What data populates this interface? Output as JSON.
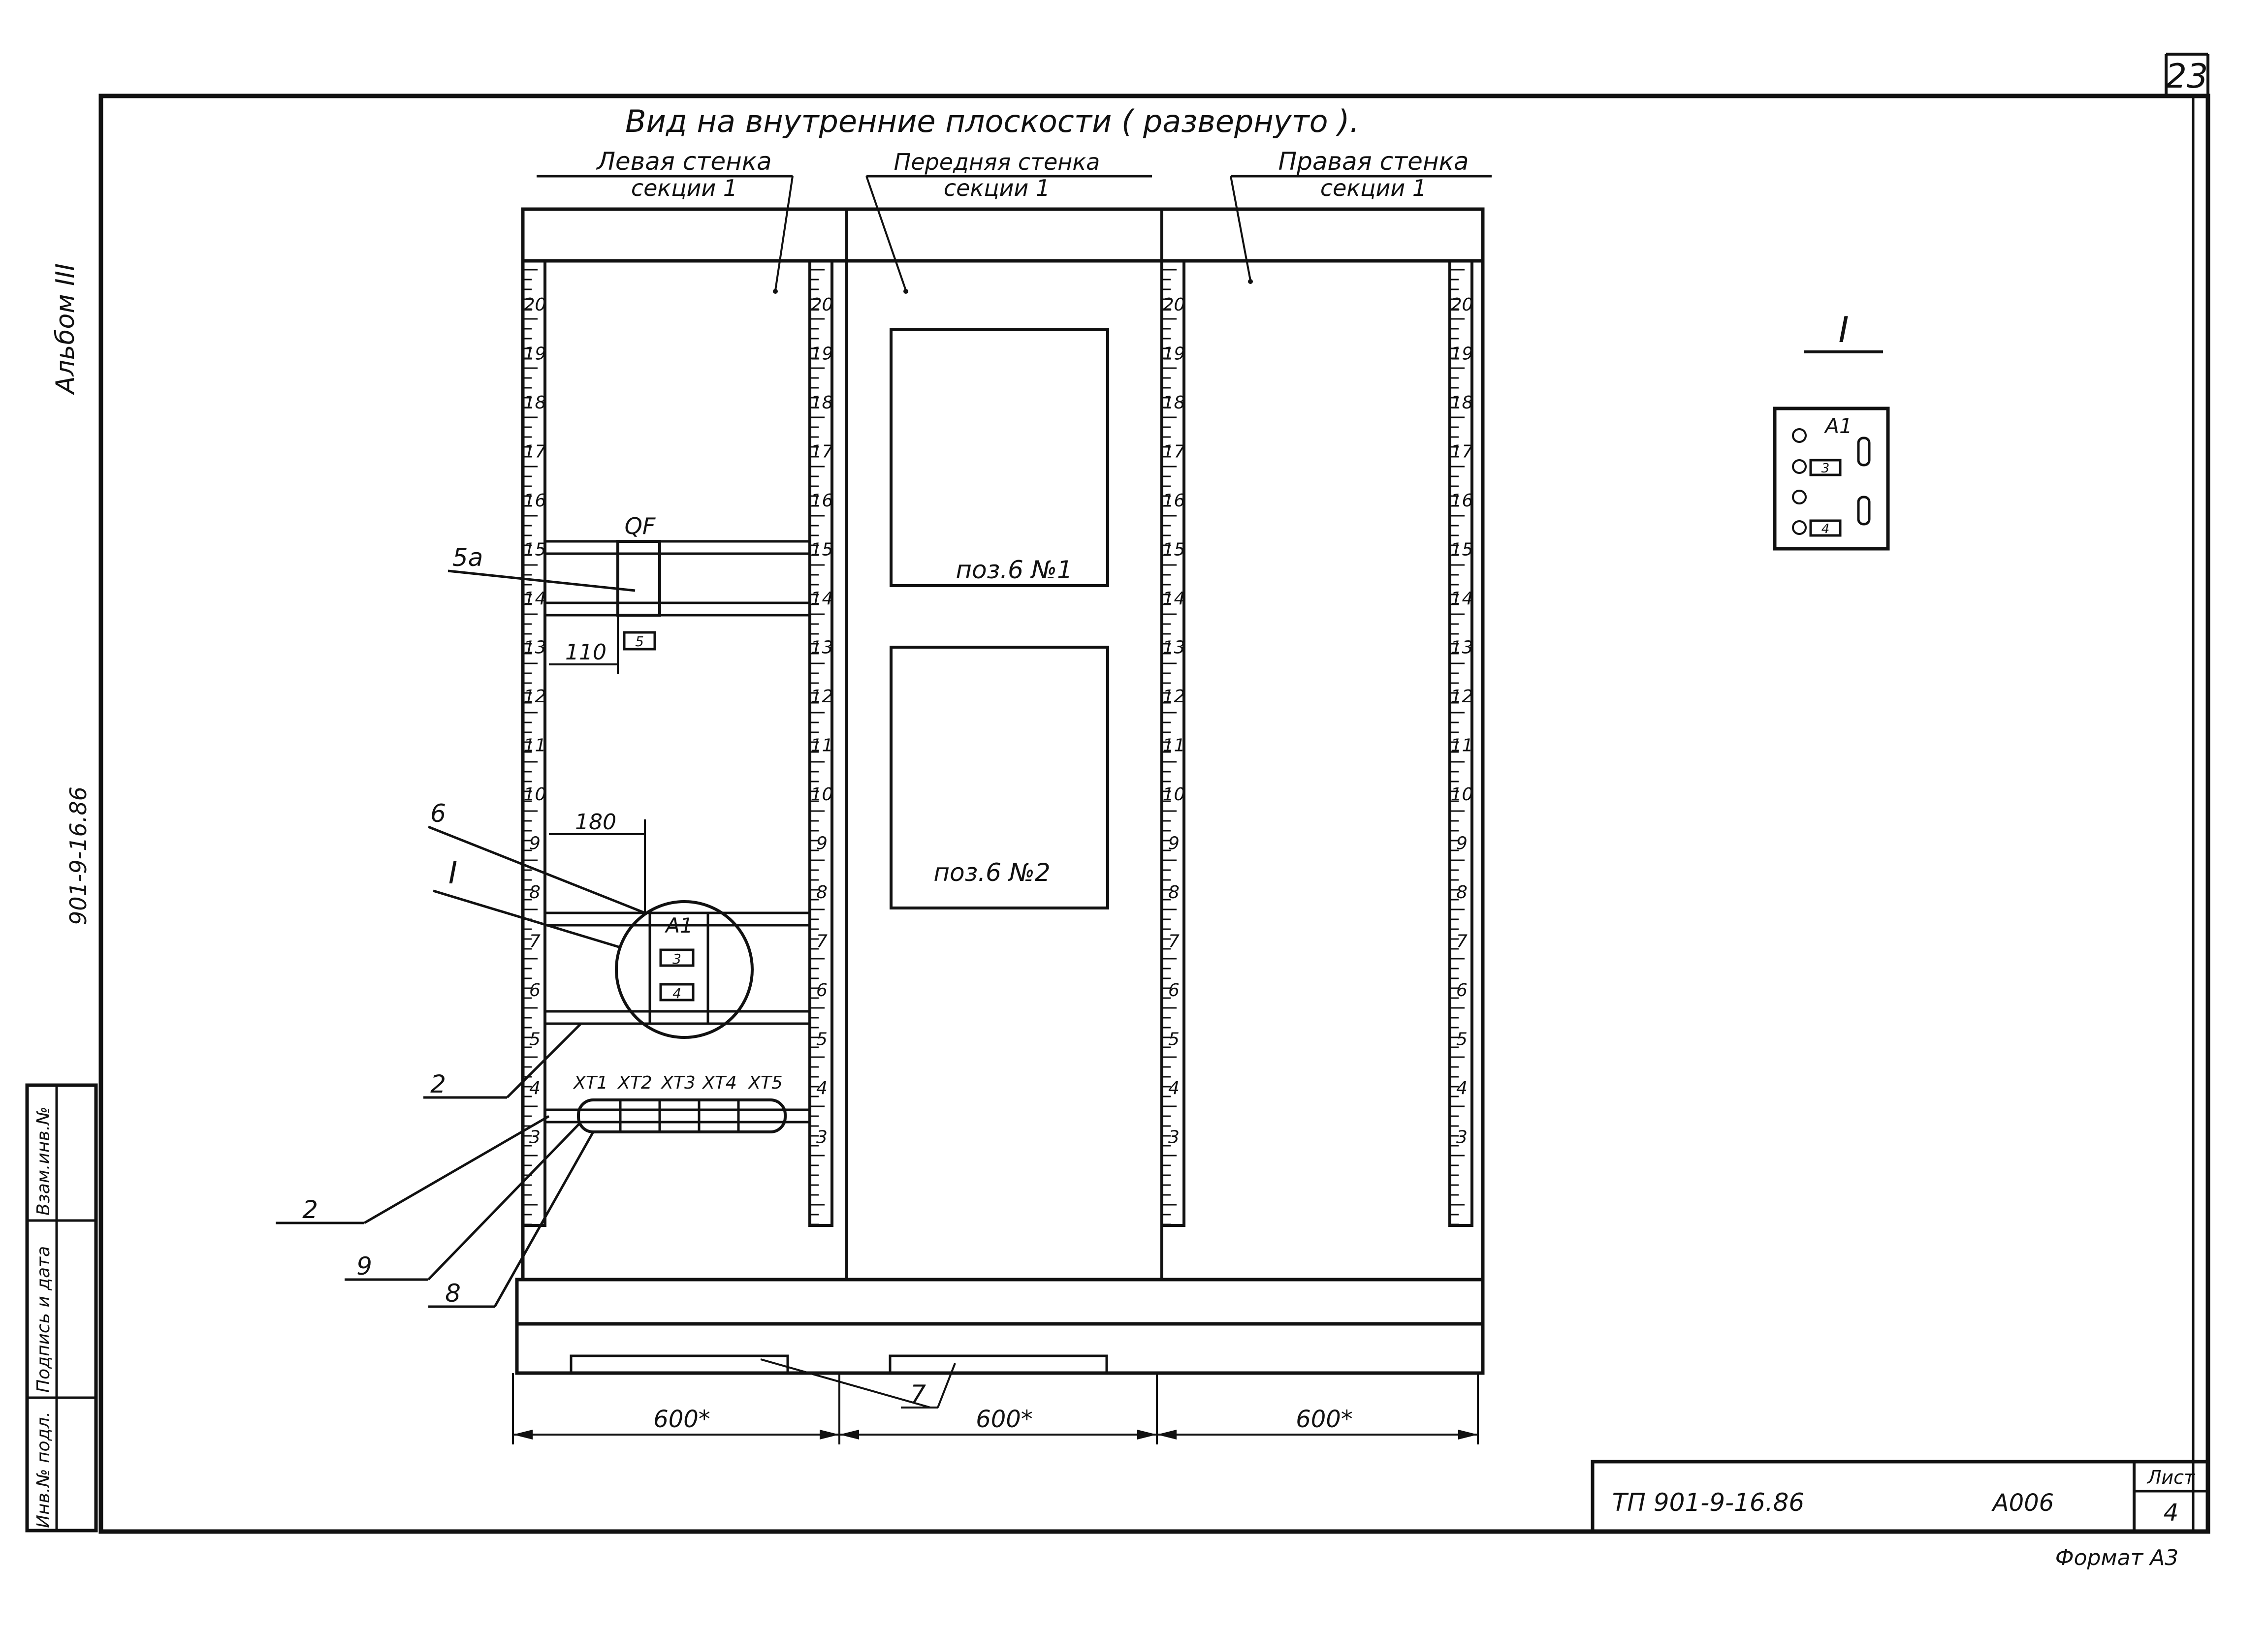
{
  "sheet": {
    "page_number": "23",
    "album": "Альбом III",
    "side_code": "901-9-16.86",
    "format": "Формат А3"
  },
  "drawing": {
    "main_title": "Вид на внутренние плоскости ( развернуто ).",
    "walls": [
      {
        "line1": "Левая стенка",
        "line2": "секции 1"
      },
      {
        "line1": "Передняя стенка",
        "line2": "секции 1"
      },
      {
        "line1": "Правая стенка",
        "line2": "секции 1"
      }
    ],
    "rail_numbers": [
      "20",
      "19",
      "18",
      "17",
      "16",
      "15",
      "14",
      "13",
      "12",
      "11",
      "10",
      "9",
      "8",
      "7",
      "6",
      "5",
      "4",
      "3"
    ],
    "panels": [
      "поз.6 №1",
      "поз.6 №2"
    ],
    "labels": {
      "qf": "QF",
      "pos5a": "5а",
      "pos5": "5",
      "pos6": "6",
      "node": "I",
      "pos2_upper": "2",
      "pos2_lower": "2",
      "pos9": "9",
      "pos8": "8",
      "pos7": "7",
      "a1": "А1",
      "box3": "3",
      "box4": "4"
    },
    "dimensions": {
      "d110": "110",
      "d180": "180",
      "width": "600*"
    },
    "terminals": [
      "XT1",
      "XT2",
      "XT3",
      "XT4",
      "XT5"
    ],
    "detail": {
      "title": "I",
      "a1": "А1",
      "box3": "3",
      "box4": "4"
    }
  },
  "side_stamp": {
    "columns": [
      "Инв.№ подл.",
      "Подпись и дата",
      "Взам.инв.№"
    ]
  },
  "title_block": {
    "code": "ТП 901-9-16.86",
    "doc": "А006",
    "sheet_label": "Лист",
    "sheet_no": "4"
  }
}
